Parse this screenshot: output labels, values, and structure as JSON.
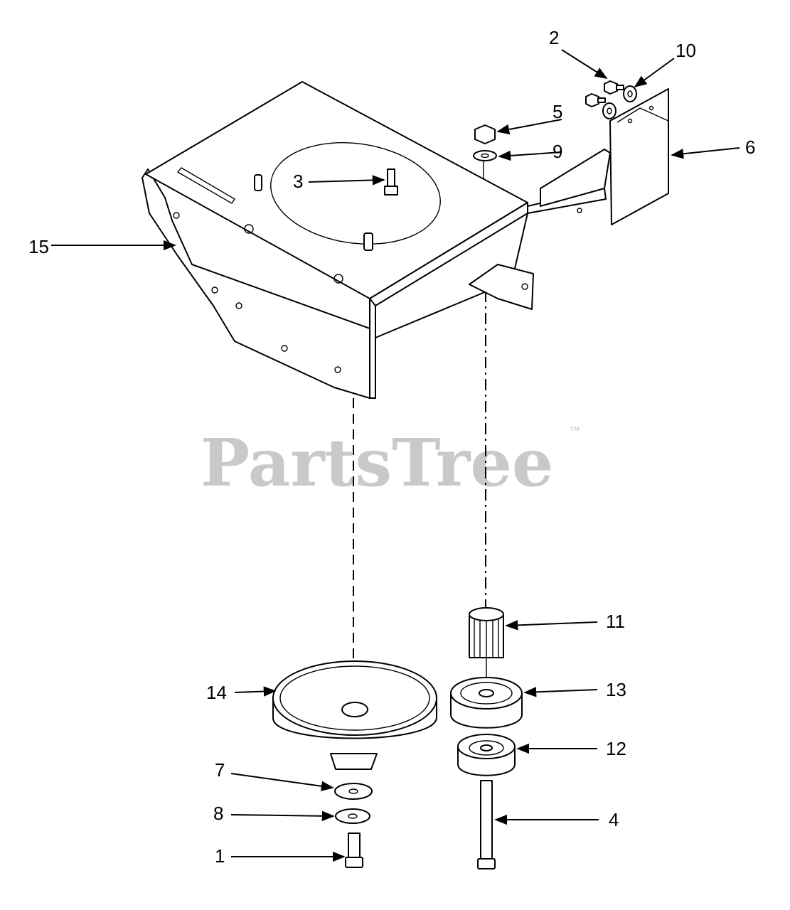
{
  "watermark": {
    "brand": "PartsTree",
    "trademark": "™"
  },
  "callouts": [
    {
      "id": "c1",
      "label": "1"
    },
    {
      "id": "c2",
      "label": "2"
    },
    {
      "id": "c3",
      "label": "3"
    },
    {
      "id": "c4",
      "label": "4"
    },
    {
      "id": "c5",
      "label": "5"
    },
    {
      "id": "c6",
      "label": "6"
    },
    {
      "id": "c7",
      "label": "7"
    },
    {
      "id": "c8",
      "label": "8"
    },
    {
      "id": "c9",
      "label": "9"
    },
    {
      "id": "c10",
      "label": "10"
    },
    {
      "id": "c11",
      "label": "11"
    },
    {
      "id": "c12",
      "label": "12"
    },
    {
      "id": "c13",
      "label": "13"
    },
    {
      "id": "c14",
      "label": "14"
    },
    {
      "id": "c15",
      "label": "15"
    }
  ]
}
